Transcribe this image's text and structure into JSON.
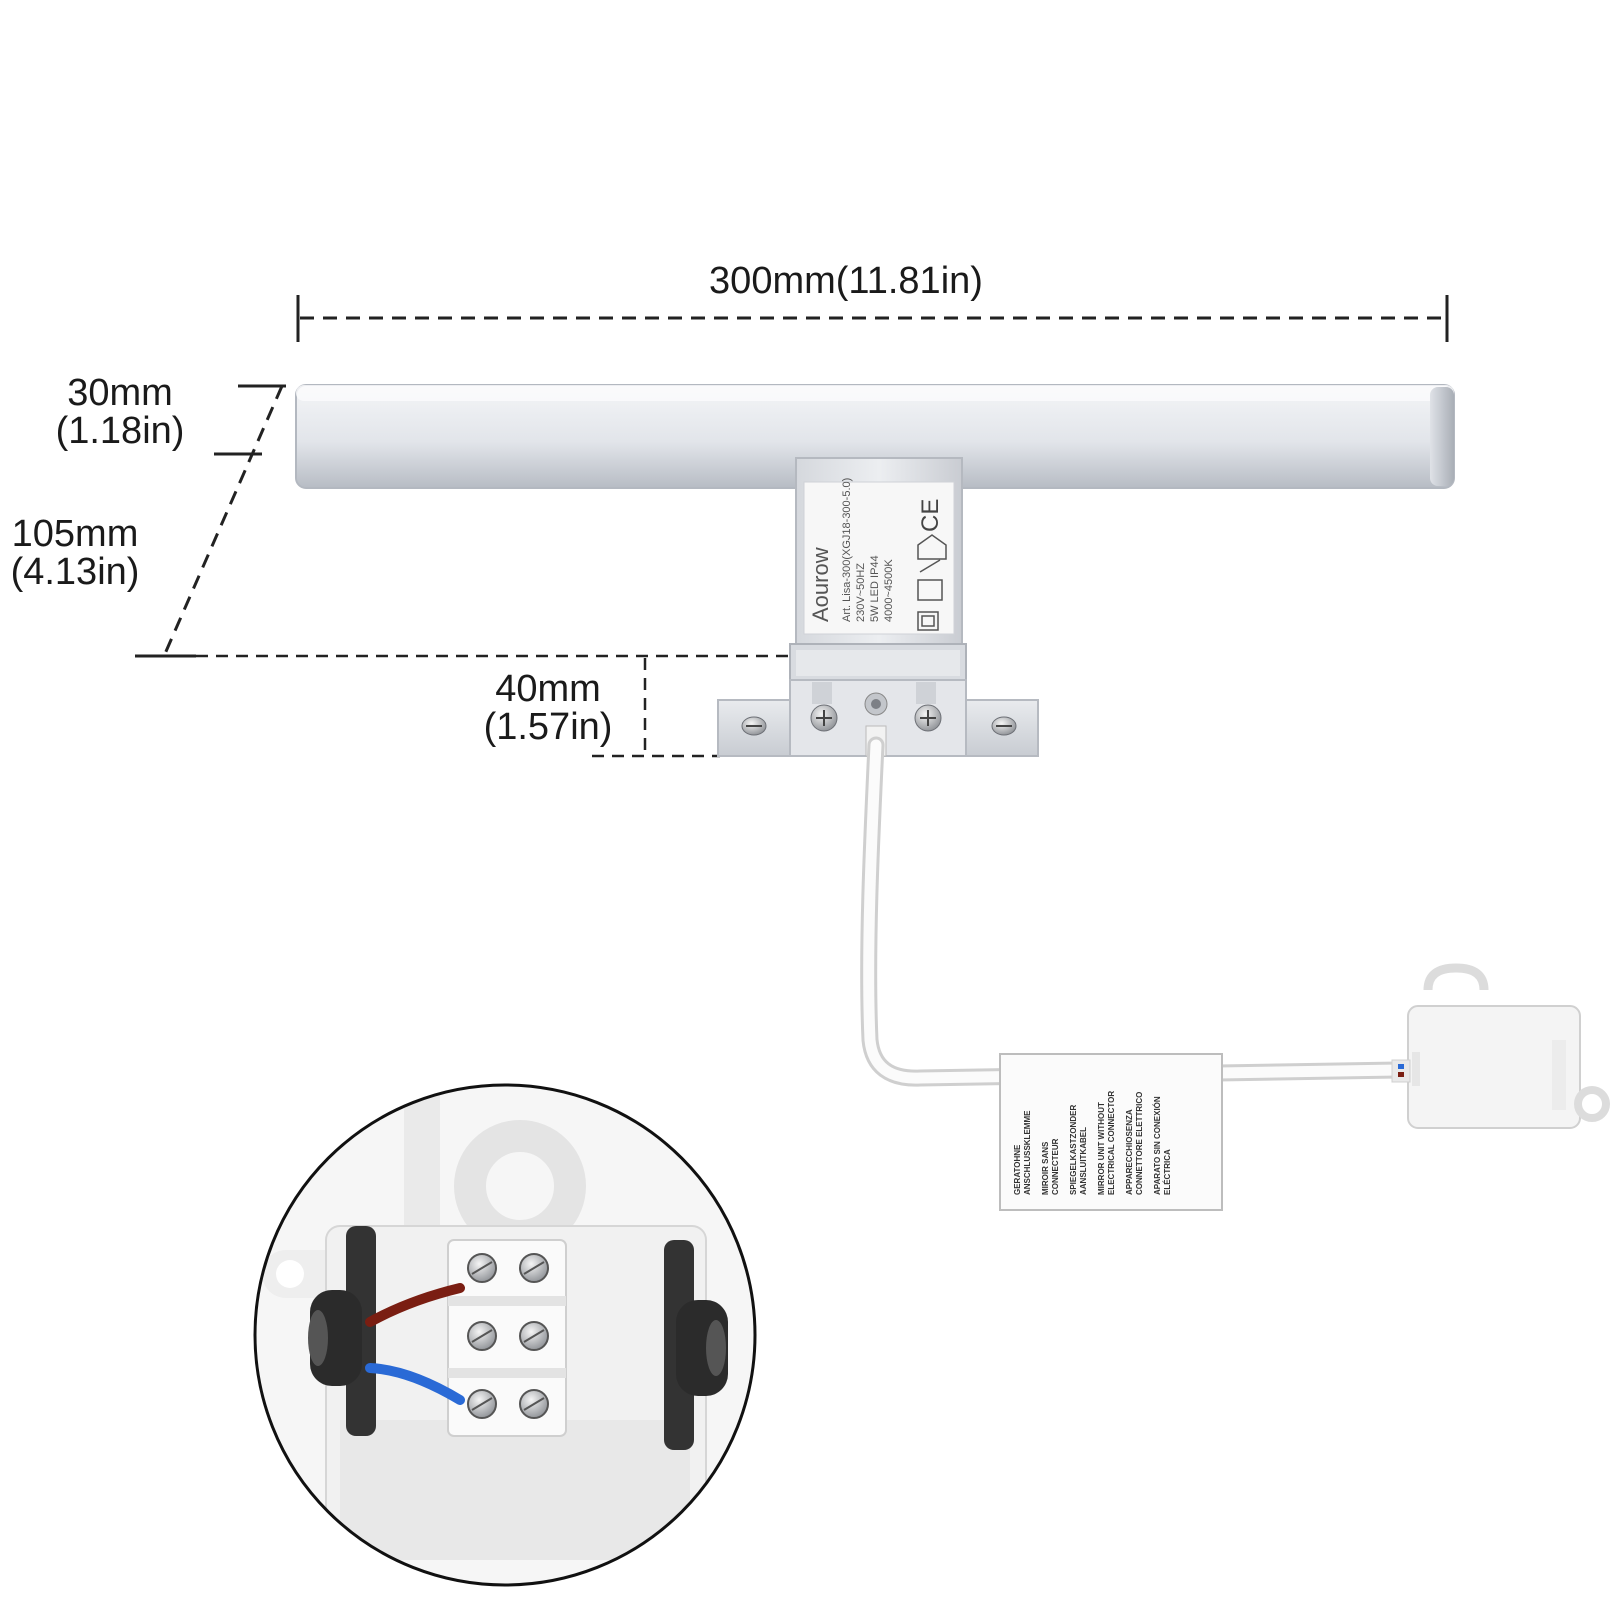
{
  "dimensions": {
    "length": {
      "mm": "300mm",
      "inch": "(11.81in)"
    },
    "bar_height": {
      "mm": "30mm",
      "inch": "(1.18in)"
    },
    "depth": {
      "mm": "105mm",
      "inch": "(4.13in)"
    },
    "base_height": {
      "mm": "40mm",
      "inch": "(1.57in)"
    }
  },
  "label": {
    "brand": "Aourow",
    "lines": [
      "Art. Lisa-300(XGJ18-300-5.0)",
      "230V~50HZ",
      "5W LED IP44",
      "4000~4500K"
    ]
  },
  "tag": {
    "lines": [
      "GERATOHNE",
      "ANSCHLUSSKLEMME",
      "MIROIR SANS",
      "CONNECTEUR",
      "SPIEGELKASTZONDER",
      "AANSLUITKABEL",
      "MIRROR UNIT WITHOUT",
      "ELECTRICAL CONNECTOR",
      "APPARECCHIOSENZA",
      "CONNETTORE ELETTRICO",
      "APARATO SIN CONEXIÓN",
      "ELÉCTRICA"
    ]
  },
  "colors": {
    "dimension_line": "#222222",
    "bar_silver": "#c8ccd3",
    "wire_brown": "#7a1e12",
    "wire_blue": "#2a6ad6",
    "grommet": "#2b2b2b"
  }
}
